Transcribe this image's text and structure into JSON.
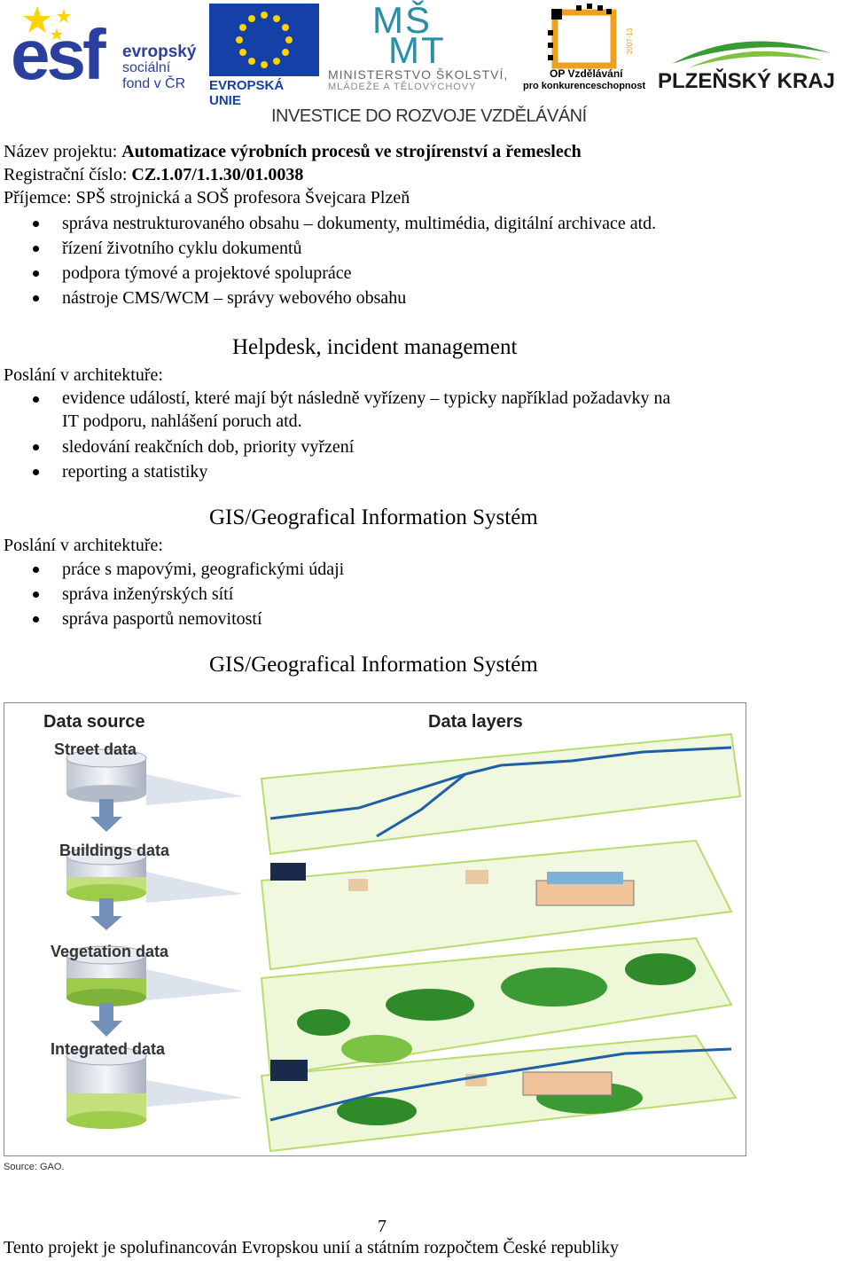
{
  "logos": {
    "esf_text_big": "esf",
    "esf_line1": "evropský",
    "esf_line2": "sociální",
    "esf_line3": "fond v ČR",
    "eu_label": "EVROPSKÁ UNIE",
    "msmt_top": "MŠ",
    "msmt_bottom": "MT",
    "msmt_line1": "MINISTERSTVO ŠKOLSTVÍ,",
    "msmt_line2": "MLÁDEŽE A TĚLOVÝCHOVY",
    "op_line1": "OP Vzdělávání",
    "op_line2": "pro konkurenceschopnost",
    "op_years": "2007-13",
    "plzen_label": "PLZEŇSKÝ KRAJ",
    "invest_label": "INVESTICE DO ROZVOJE VZDĚLÁVÁNÍ"
  },
  "project": {
    "name_label": "Název projektu: ",
    "name_value": "Automatizace výrobních procesů ve strojírenství a řemeslech",
    "reg_label": "Registrační číslo: ",
    "reg_value": "CZ.1.07/1.1.30/01.0038",
    "recipient": "Příjemce: SPŠ strojnická a SOŠ profesora Švejcara Plzeň"
  },
  "list1": [
    "správa nestrukturovaného obsahu – dokumenty, multimédia, digitální archivace atd.",
    "řízení životního cyklu dokumentů",
    "podpora týmové a projektové spolupráce",
    "nástroje CMS/WCM – správy webového obsahu"
  ],
  "section_helpdesk": {
    "title": "Helpdesk, incident management",
    "mission": "Poslání v architektuře:",
    "items": [
      "evidence událostí, které mají být následně vyřízeny – typicky například požadavky na",
      "IT podporu, nahlášení poruch atd.",
      "sledování reakčních dob, priority vyřzení",
      "reporting a statistiky"
    ]
  },
  "section_gis": {
    "title": "GIS/Geografical Information Systém",
    "mission": "Poslání v architektuře:",
    "items": [
      "práce s mapovými, geografickými údaji",
      "správa inženýrských sítí",
      "správa pasportů nemovitostí"
    ],
    "title2": "GIS/Geografical Information Systém"
  },
  "figure": {
    "data_source": "Data source",
    "data_layers": "Data layers",
    "street": "Street data",
    "buildings": "Buildings data",
    "vegetation": "Vegetation data",
    "integrated": "Integrated data",
    "source": "Source: GAO."
  },
  "footer": {
    "page_number": "7",
    "note": "Tento projekt je spolufinancován Evropskou unií a státním rozpočtem České republiky"
  },
  "colors": {
    "esf_blue": "#2a3f9e",
    "eu_blue": "#1540a8",
    "eu_star": "#ffd200",
    "msmt_teal": "#2b8fa3",
    "op_orange": "#f0a020",
    "plzen_green": "#3a9b35",
    "grid_green": "#b9dc6e",
    "tree_green": "#2f8a2a",
    "street_blue": "#1e5fa8",
    "arrow_blue": "#7390b8"
  }
}
